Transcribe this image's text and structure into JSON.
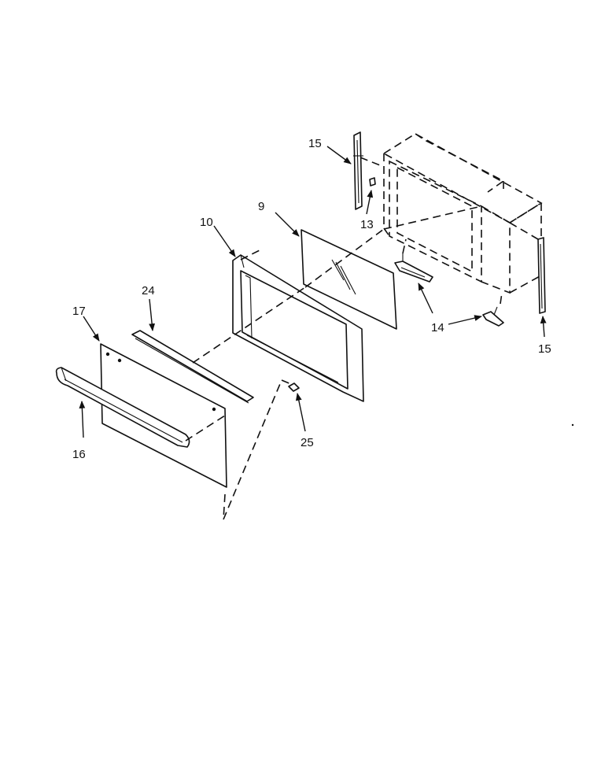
{
  "callouts": {
    "c15_top": "15",
    "c13": "13",
    "c9": "9",
    "c10": "10",
    "c24": "24",
    "c17": "17",
    "c14": "14",
    "c15_right": "15",
    "c25": "25",
    "c16": "16"
  },
  "colors": {
    "line": "#111111",
    "background": "#ffffff"
  }
}
